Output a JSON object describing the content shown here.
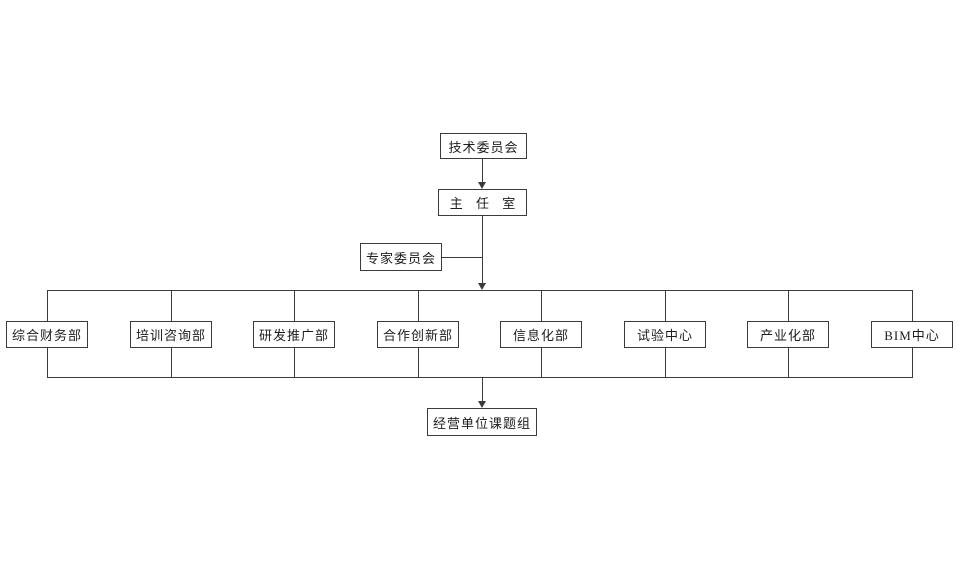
{
  "diagram": {
    "type": "org-chart",
    "nodes": {
      "technical_committee": {
        "label": "技术委员会"
      },
      "director_office": {
        "label": "主 任 室"
      },
      "expert_committee": {
        "label": "专家委员会"
      },
      "business_unit_task_group": {
        "label": "经营单位课题组"
      }
    },
    "departments": [
      {
        "label": "综合财务部"
      },
      {
        "label": "培训咨询部"
      },
      {
        "label": "研发推广部"
      },
      {
        "label": "合作创新部"
      },
      {
        "label": "信息化部"
      },
      {
        "label": "试验中心"
      },
      {
        "label": "产业化部"
      },
      {
        "label": "BIM中心"
      }
    ],
    "edges": [
      "技术委员会 -> 主任室",
      "主任室 -> 部门行 (箭头)",
      "专家委员会 - 主任室连线 (横线)",
      "部门行 -> 经营单位课题组 (箭头)"
    ],
    "colors": {
      "line": "#3b3b3b",
      "text": "#1d1d1d",
      "background": "#ffffff"
    }
  }
}
